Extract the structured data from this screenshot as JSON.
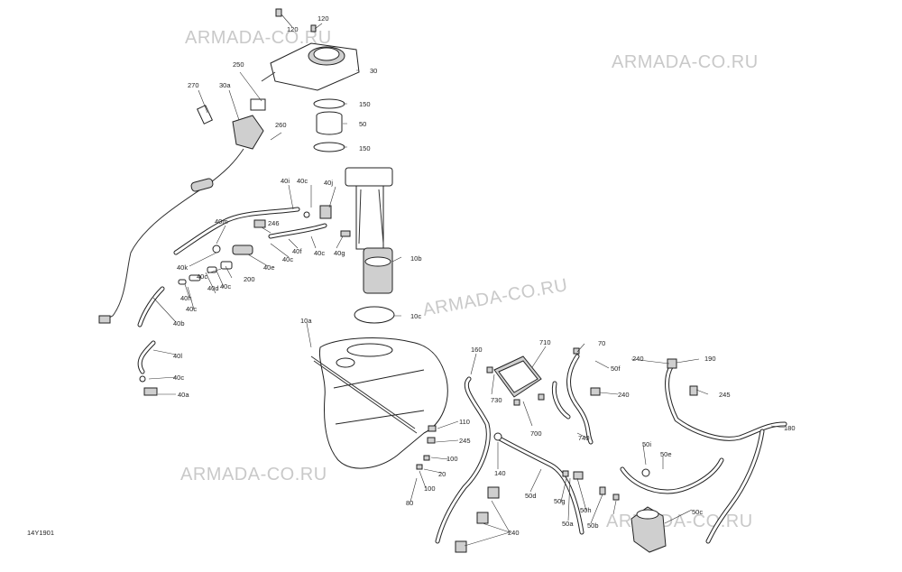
{
  "diagram": {
    "code": "14Y1901",
    "watermarks": [
      "ARMADA-CO.RU",
      "ARMADA-CO.RU",
      "ARMADA-CO.RU",
      "ARMADA-CO.RU",
      "ARMADA-CO.RU"
    ],
    "callouts": [
      "120",
      "120",
      "30",
      "250",
      "270",
      "30a",
      "150",
      "50",
      "260",
      "150",
      "40i",
      "40c",
      "40j",
      "40m",
      "246",
      "10b",
      "40f",
      "40c",
      "40g",
      "40c",
      "40k",
      "40e",
      "40c",
      "200",
      "40h",
      "40d",
      "40c",
      "40c",
      "40b",
      "10c",
      "10a",
      "40l",
      "40c",
      "40a",
      "160",
      "710",
      "70",
      "240",
      "190",
      "50f",
      "730",
      "240",
      "245",
      "110",
      "245",
      "700",
      "740",
      "180",
      "100",
      "50i",
      "20",
      "140",
      "50e",
      "100",
      "50d",
      "80",
      "50g",
      "50h",
      "50c",
      "50a",
      "50b",
      "240"
    ]
  }
}
